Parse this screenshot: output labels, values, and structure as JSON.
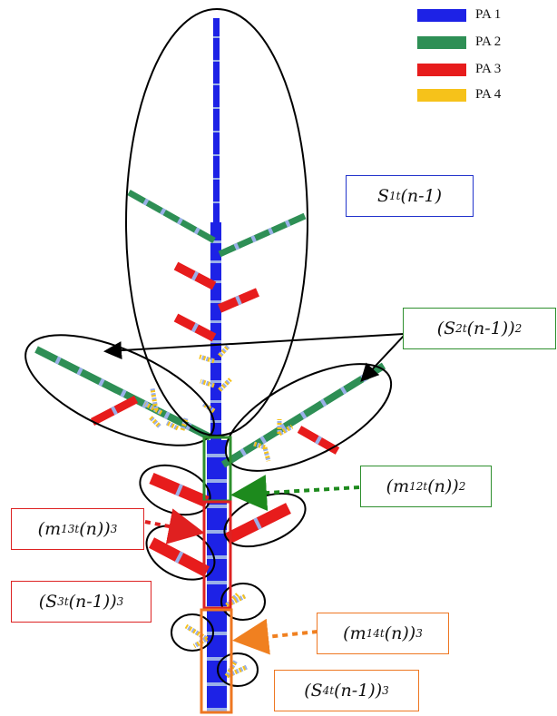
{
  "legend": {
    "items": [
      {
        "label": "PA 1",
        "color": "#1d22e6"
      },
      {
        "label": "PA 2",
        "color": "#2e8f55"
      },
      {
        "label": "PA 3",
        "color": "#e71c1c"
      },
      {
        "label": "PA 4",
        "color": "#f6c21a"
      }
    ]
  },
  "labels": {
    "s1": {
      "main": "S",
      "sub": "1",
      "sup": "t",
      "rest": "(n-1)",
      "outer_sup": ""
    },
    "s2": {
      "pre": "(S",
      "sub": "2",
      "sup": "t",
      "rest": "(n-1))",
      "outer_sup": "2"
    },
    "m12": {
      "pre": "(m",
      "sub": "12",
      "sup": "t",
      "rest": "(n))",
      "outer_sup": "2"
    },
    "m13": {
      "pre": "(m",
      "sub": "13",
      "sup": "t",
      "rest": "(n))",
      "outer_sup": "3"
    },
    "s3": {
      "pre": "(S",
      "sub": "3",
      "sup": "t",
      "rest": "(n-1))",
      "outer_sup": "3"
    },
    "m14": {
      "pre": "(m",
      "sub": "14",
      "sup": "t",
      "rest": "(n))",
      "outer_sup": "3"
    },
    "s4": {
      "pre": "(S",
      "sub": "4",
      "sup": "t",
      "rest": "(n-1))",
      "outer_sup": "3"
    }
  },
  "colors": {
    "pa1": "#1d22e6",
    "pa2": "#2e8f55",
    "pa3": "#e71c1c",
    "pa4": "#f6c21a",
    "joint": "#9ab0e8",
    "box_s1": "#2233cc",
    "box_s2": "#2e8f2e",
    "box_m13": "#dd2222",
    "box_m14": "#ee7722",
    "arrow_green": "#1d8a1d",
    "arrow_red": "#e02020",
    "arrow_orange": "#f08020"
  }
}
